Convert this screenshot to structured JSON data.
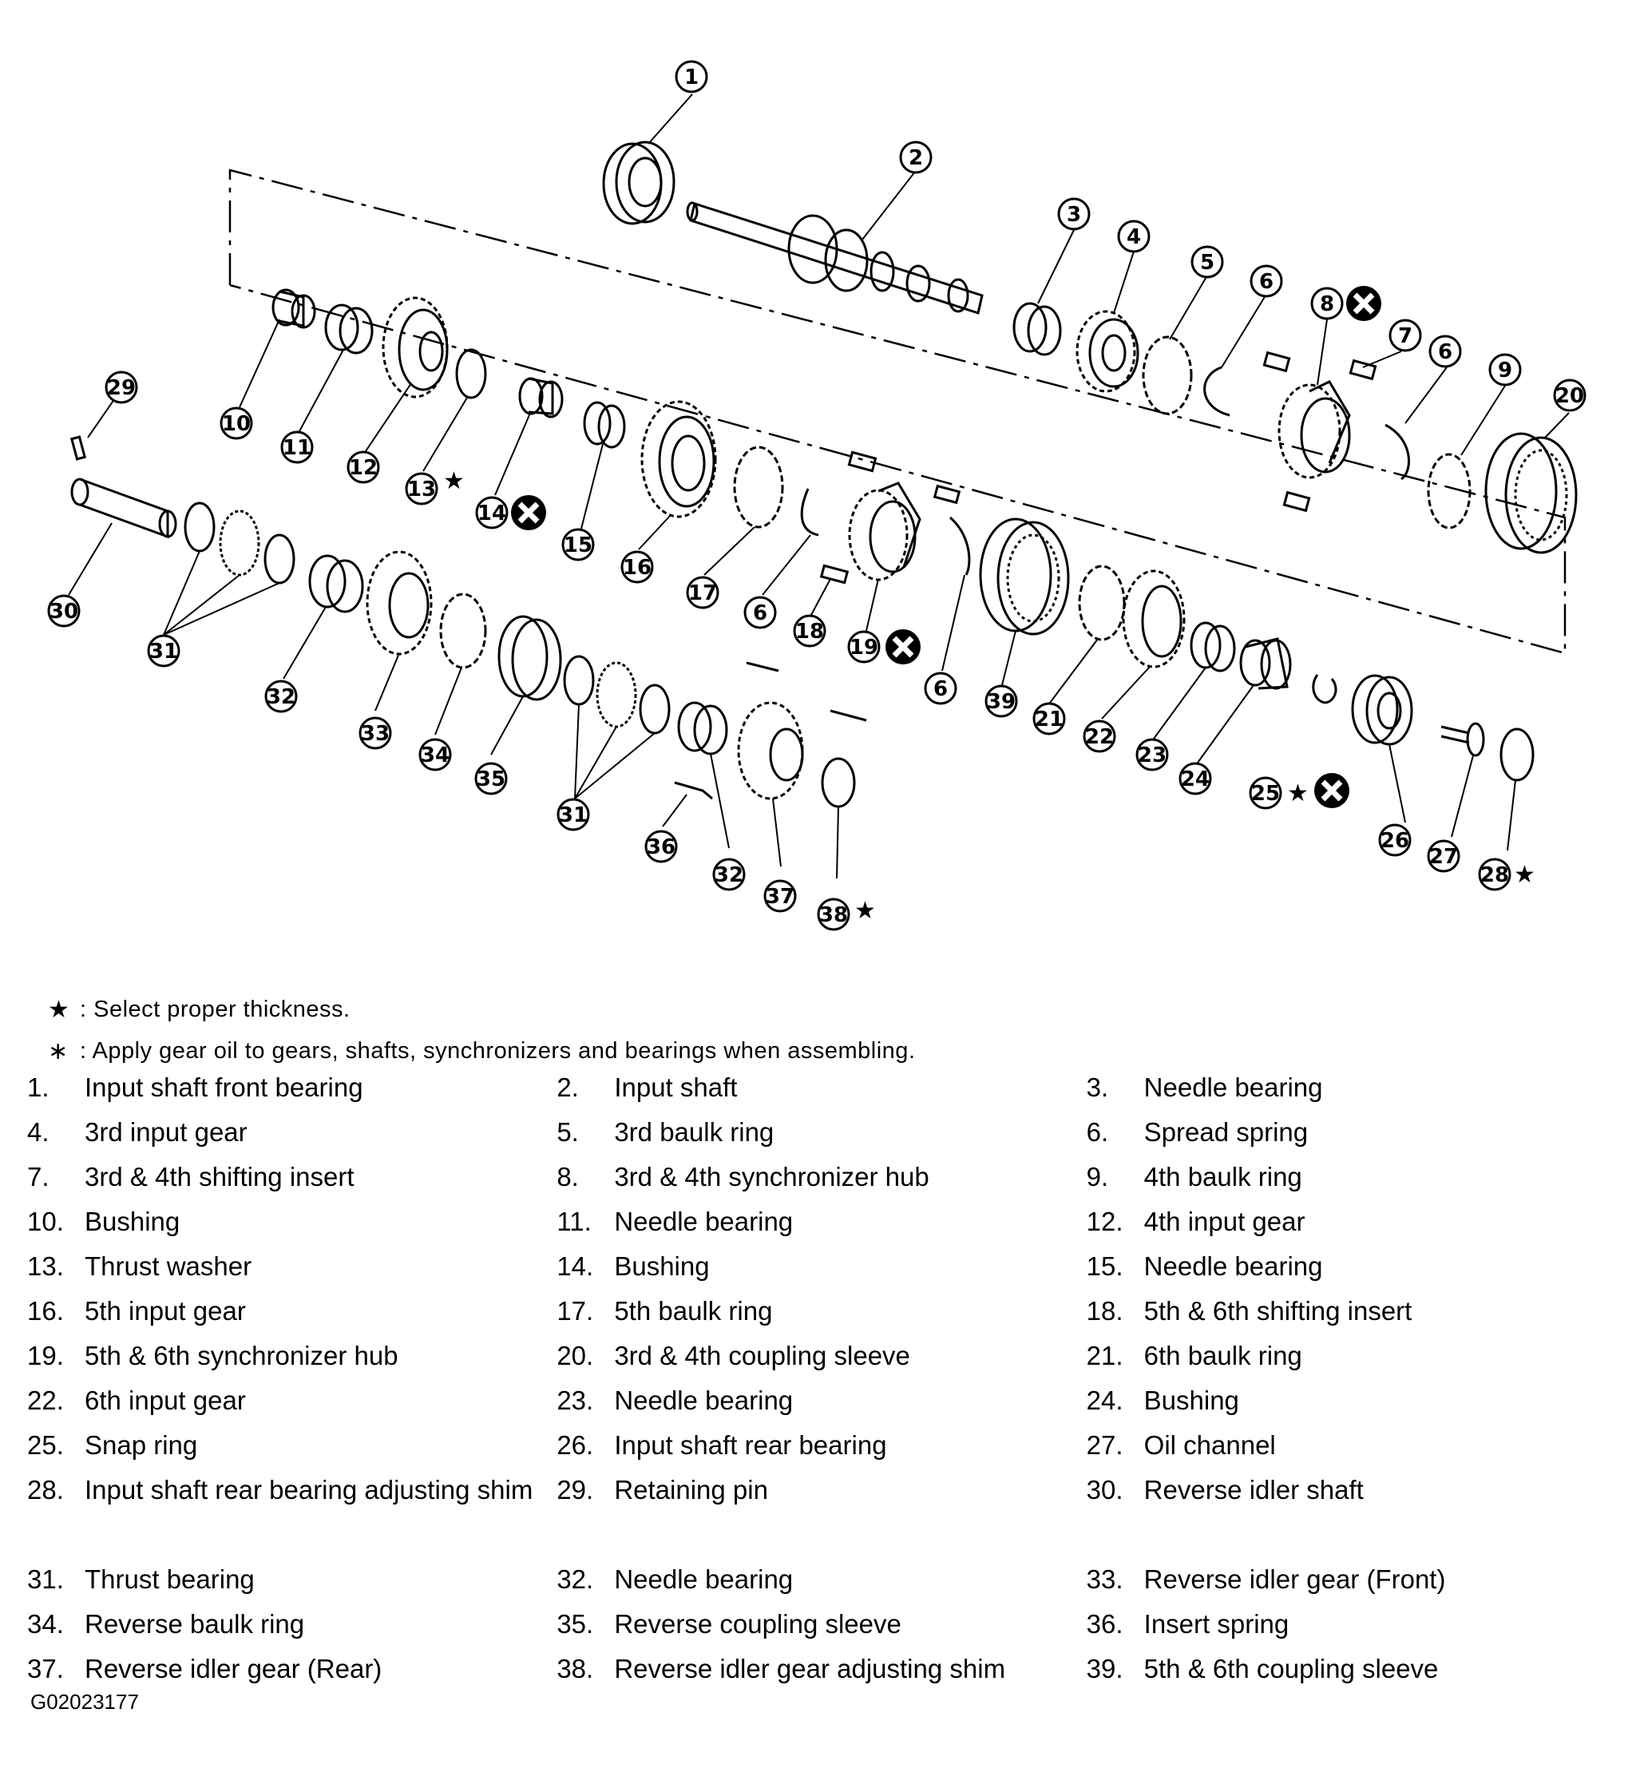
{
  "callouts": [
    "1",
    "2",
    "3",
    "4",
    "5",
    "6",
    "7",
    "8",
    "9",
    "10",
    "11",
    "12",
    "13",
    "14",
    "15",
    "16",
    "17",
    "18",
    "19",
    "20",
    "21",
    "22",
    "23",
    "24",
    "25",
    "26",
    "27",
    "28",
    "29",
    "30",
    "31",
    "32",
    "33",
    "34",
    "35",
    "36",
    "37",
    "38",
    "39"
  ],
  "legend": {
    "star_symbol": "★",
    "star_text": ": Select proper thickness.",
    "asterisk_symbol": "∗",
    "asterisk_text": ": Apply gear oil to gears, shafts, synchronizers and bearings when assembling."
  },
  "parts": [
    {
      "num": "1.",
      "label": "Input shaft front bearing"
    },
    {
      "num": "2.",
      "label": "Input shaft"
    },
    {
      "num": "3.",
      "label": "Needle bearing"
    },
    {
      "num": "4.",
      "label": "3rd input gear"
    },
    {
      "num": "5.",
      "label": "3rd baulk ring"
    },
    {
      "num": "6.",
      "label": "Spread spring"
    },
    {
      "num": "7.",
      "label": "3rd & 4th shifting insert"
    },
    {
      "num": "8.",
      "label": "3rd & 4th synchronizer hub"
    },
    {
      "num": "9.",
      "label": "4th baulk ring"
    },
    {
      "num": "10.",
      "label": "Bushing"
    },
    {
      "num": "11.",
      "label": "Needle bearing"
    },
    {
      "num": "12.",
      "label": "4th input gear"
    },
    {
      "num": "13.",
      "label": "Thrust washer"
    },
    {
      "num": "14.",
      "label": "Bushing"
    },
    {
      "num": "15.",
      "label": "Needle bearing"
    },
    {
      "num": "16.",
      "label": "5th input gear"
    },
    {
      "num": "17.",
      "label": "5th baulk ring"
    },
    {
      "num": "18.",
      "label": "5th & 6th shifting insert"
    },
    {
      "num": "19.",
      "label": "5th & 6th synchronizer hub"
    },
    {
      "num": "20.",
      "label": "3rd & 4th coupling sleeve"
    },
    {
      "num": "21.",
      "label": "6th baulk ring"
    },
    {
      "num": "22.",
      "label": "6th input gear"
    },
    {
      "num": "23.",
      "label": "Needle bearing"
    },
    {
      "num": "24.",
      "label": "Bushing"
    },
    {
      "num": "25.",
      "label": "Snap ring"
    },
    {
      "num": "26.",
      "label": "Input shaft rear bearing"
    },
    {
      "num": "27.",
      "label": "Oil channel"
    },
    {
      "num": "28.",
      "label": "Input shaft rear bearing adjusting shim"
    },
    {
      "num": "29.",
      "label": "Retaining pin"
    },
    {
      "num": "30.",
      "label": "Reverse idler shaft"
    },
    {
      "num": "31.",
      "label": "Thrust bearing"
    },
    {
      "num": "32.",
      "label": "Needle bearing"
    },
    {
      "num": "33.",
      "label": "Reverse idler gear (Front)"
    },
    {
      "num": "34.",
      "label": "Reverse baulk ring"
    },
    {
      "num": "35.",
      "label": "Reverse coupling sleeve"
    },
    {
      "num": "36.",
      "label": "Insert spring"
    },
    {
      "num": "37.",
      "label": "Reverse idler gear (Rear)"
    },
    {
      "num": "38.",
      "label": "Reverse idler gear adjusting shim"
    },
    {
      "num": "39.",
      "label": "5th & 6th coupling sleeve"
    }
  ],
  "figure_id": "G02023177"
}
